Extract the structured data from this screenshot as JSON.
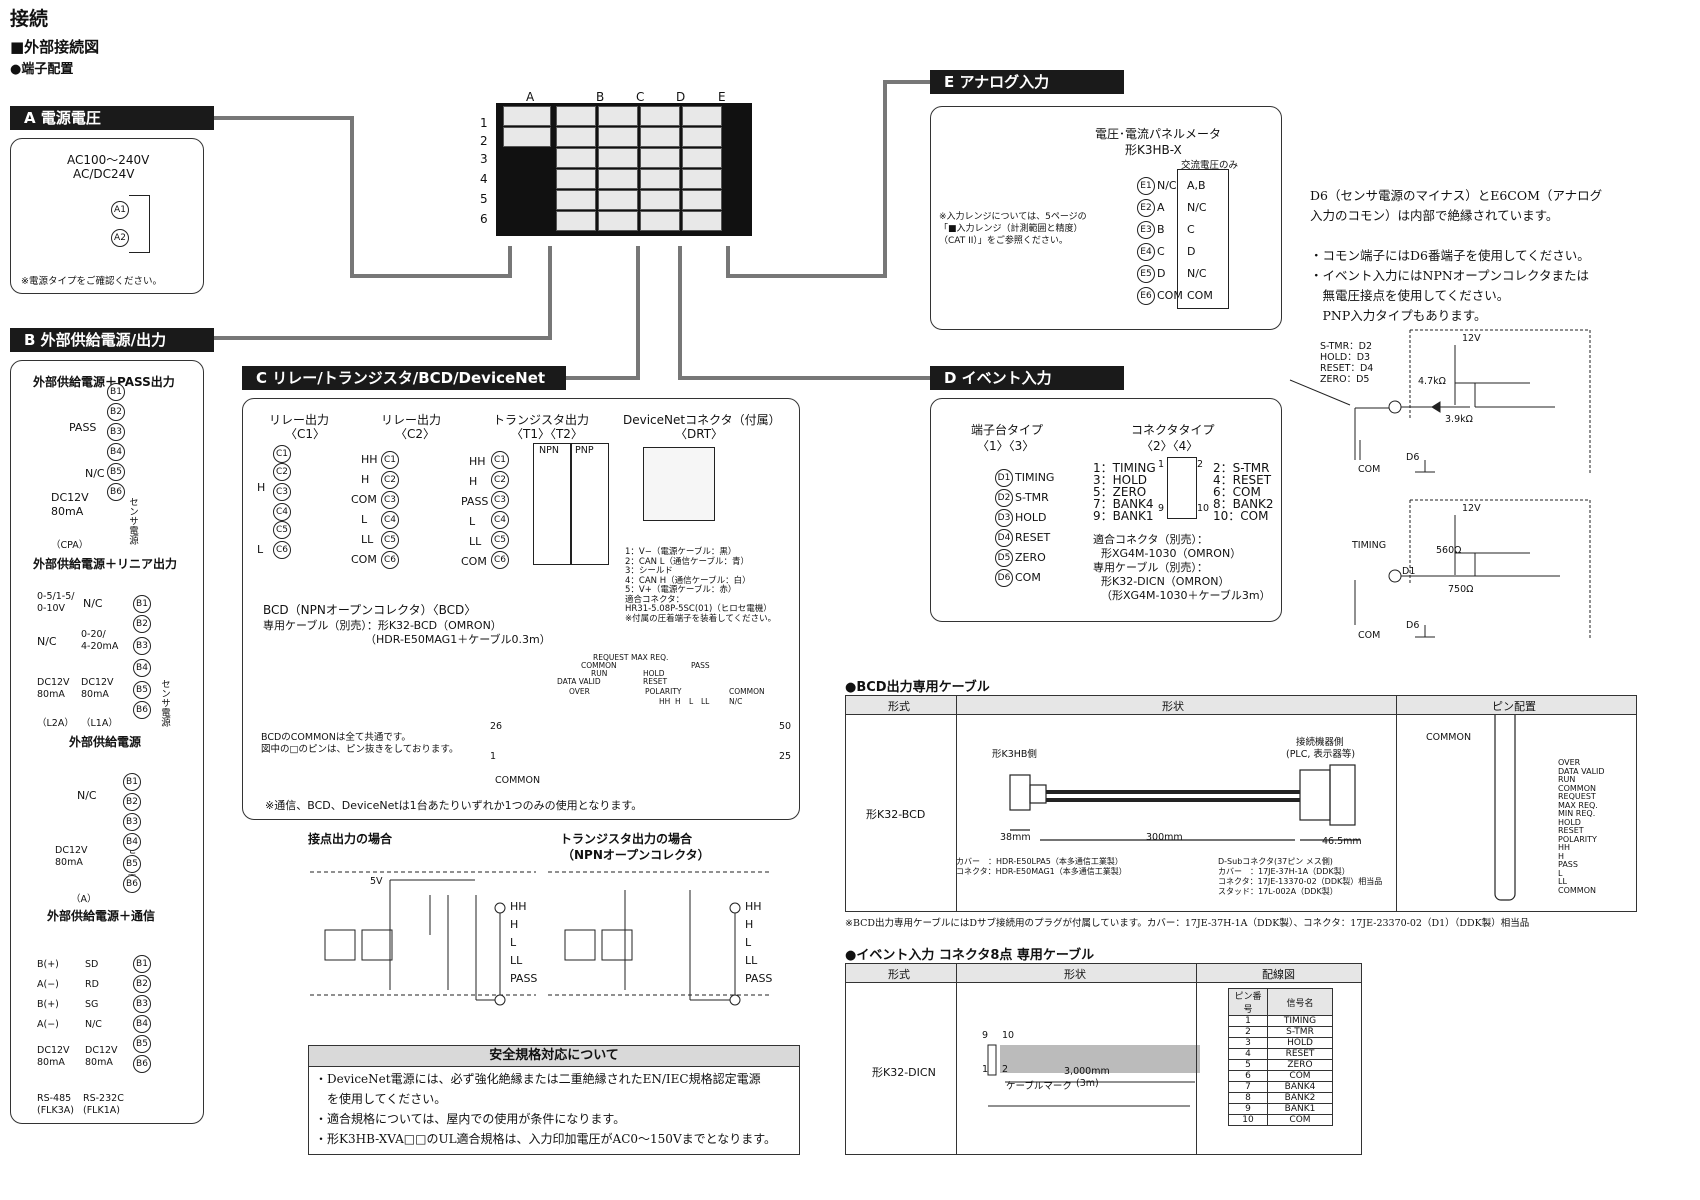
{
  "page": {
    "title": "接続",
    "subtitle": "■外部接続図",
    "sub2": "●端子配置"
  },
  "terminal_block": {
    "cols": [
      "A",
      "B",
      "C",
      "D",
      "E"
    ],
    "rows": [
      "1",
      "2",
      "3",
      "4",
      "5",
      "6"
    ]
  },
  "sec_a": {
    "header": "A  電源電圧",
    "line1": "AC100～240V",
    "line2": "AC/DC24V",
    "pins": [
      "A1",
      "A2"
    ],
    "note": "※電源タイプをご確認ください。"
  },
  "sec_b": {
    "header": "B  外部供給電源/出力",
    "g1_title": "外部供給電源＋PASS出力",
    "g1_labels": [
      "PASS",
      "N/C",
      "DC12V",
      "80mA",
      "センサ電源",
      "（CPA）"
    ],
    "g2_title": "外部供給電源＋リニア出力",
    "g2_labels": [
      "0-5/1-5/",
      "0-10V",
      "N/C",
      "0-20/",
      "4-20mA",
      "N/C",
      "DC12V",
      "80mA",
      "DC12V",
      "80mA",
      "センサ電源",
      "（L2A）",
      "（L1A）"
    ],
    "g3_title": "外部供給電源",
    "g3_labels": [
      "N/C",
      "DC12V",
      "80mA",
      "センサ電源",
      "（A）"
    ],
    "g4_title": "外部供給電源＋通信",
    "g4_left": [
      "B(+)",
      "A(−)",
      "B(+)",
      "A(−)",
      "DC12V",
      "80mA",
      "RS-485",
      "(FLK3A)"
    ],
    "g4_mid": [
      "SD",
      "RD",
      "SG",
      "N/C",
      "DC12V",
      "80mA",
      "RS-232C",
      "(FLK1A)"
    ],
    "pins": [
      "B1",
      "B2",
      "B3",
      "B4",
      "B5",
      "B6"
    ]
  },
  "sec_c": {
    "header": "C  リレー/トランジスタ/BCD/DeviceNet",
    "relay1_title": "リレー出力",
    "relay1_sub": "〈C1〉",
    "relay2_title": "リレー出力",
    "relay2_sub": "〈C2〉",
    "trans_title": "トランジスタ出力",
    "trans_sub": "〈T1〉〈T2〉",
    "dn_title": "DeviceNetコネクタ（付属）",
    "dn_sub": "〈DRT〉",
    "c1_labels": [
      "H",
      "L"
    ],
    "c2_labels": [
      "HH",
      "H",
      "COM",
      "L",
      "LL",
      "COM"
    ],
    "t_labels": [
      "HH",
      "H",
      "PASS",
      "L",
      "LL",
      "COM"
    ],
    "npn": "NPN",
    "pnp": "PNP",
    "pins": [
      "C1",
      "C2",
      "C3",
      "C4",
      "C5",
      "C6"
    ],
    "dn_notes": [
      "1：V−（電源ケーブル：黒）",
      "2：CAN L（通信ケーブル：青）",
      "3：シールド",
      "4：CAN H（通信ケーブル：白）",
      "5：V+（電源ケーブル：赤）",
      "適合コネクタ：",
      "HR31-5.08P-5SC(01)（ヒロセ電機）",
      "※付属の圧着端子を装着してください。"
    ],
    "bcd_title": "BCD（NPNオープンコレクタ）〈BCD〉",
    "bcd_cable1": "専用ケーブル（別売）：形K32-BCD（OMRON）",
    "bcd_cable2": "（HDR-E50MAG1＋ケーブル0.3m）",
    "bcd_signals": [
      "REQUEST",
      "MAX REQ.",
      "COMMON",
      "RUN",
      "HOLD",
      "DATA VALID",
      "RESET",
      "OVER",
      "POLARITY",
      "PASS",
      "HH",
      "H",
      "L",
      "LL",
      "COMMON",
      "N/C"
    ],
    "bcd_pin_left": "26",
    "bcd_pin_right": "50",
    "bcd_pin_bl": "1",
    "bcd_pin_br": "25",
    "bcd_common": "COMMON",
    "bcd_note1": "BCDのCOMMONは全て共通です。",
    "bcd_note2": "図中の□のピンは、ピン抜きをしております。",
    "footnote": "※通信、BCD、DeviceNetは1台あたりいずれか1つのみの使用となります。"
  },
  "contact_out": {
    "title": "接点出力の場合",
    "v": "5V",
    "labels": [
      "HH",
      "H",
      "L",
      "LL",
      "PASS"
    ]
  },
  "trans_out": {
    "title1": "トランジスタ出力の場合",
    "title2": "（NPNオープンコレクタ）",
    "labels": [
      "HH",
      "H",
      "L",
      "LL",
      "PASS"
    ]
  },
  "safety": {
    "header": "安全規格対応について",
    "lines": [
      "・DeviceNet電源には、必ず強化絶縁または二重絶縁されたEN/IEC規格認定電源",
      "　を使用してください。",
      "・適合規格については、屋内での使用が条件になります。",
      "・形K3HB-XVA□□のUL適合規格は、入力印加電圧がAC0～150Vまでとなります。"
    ]
  },
  "sec_e": {
    "header": "E  アナログ入力",
    "title1": "電圧･電流パネルメータ",
    "title2": "形K3HB-X",
    "ac_only": "交流電圧のみ",
    "note": [
      "※入力レンジについては、5ページの",
      "「■入力レンジ（計測範囲と精度）",
      "（CAT II）」をご参照ください。"
    ],
    "pins": [
      "E1",
      "E2",
      "E3",
      "E4",
      "E5",
      "E6"
    ],
    "left": [
      "N/C",
      "A",
      "B",
      "C",
      "D",
      "COM"
    ],
    "right": [
      "A,B",
      "N/C",
      "C",
      "D",
      "N/C",
      "COM"
    ]
  },
  "sec_d": {
    "header": "D  イベント入力",
    "tb_title": "端子台タイプ",
    "tb_sub": "〈1〉〈3〉",
    "tb_labels": [
      "TIMING",
      "S-TMR",
      "HOLD",
      "RESET",
      "ZERO",
      "COM"
    ],
    "pins": [
      "D1",
      "D2",
      "D3",
      "D4",
      "D5",
      "D6"
    ],
    "conn_title": "コネクタタイプ",
    "conn_sub": "〈2〉〈4〉",
    "conn_left": [
      "1：TIMING",
      "3：HOLD",
      "5：ZERO",
      "7：BANK4",
      "9：BANK1"
    ],
    "conn_right": [
      "2：S-TMR",
      "4：RESET",
      "6：COM",
      "8：BANK2",
      "10：COM"
    ],
    "conn_n1": "1",
    "conn_n2": "2",
    "conn_n9": "9",
    "conn_n10": "10",
    "notes": [
      "適合コネクタ（別売）：",
      "形XG4M-1030（OMRON）",
      "専用ケーブル（別売）：",
      "形K32-DICN（OMRON）",
      "（形XG4M-1030＋ケーブル3m）"
    ]
  },
  "right_notes": {
    "lines": [
      "D6（センサ電源のマイナス）とE6COM（アナログ",
      "入力のコモン）は内部で絶縁されています。",
      "",
      "・コモン端子にはD6番端子を使用してください。",
      "・イベント入力にはNPNオープンコレクタまたは",
      "　無電圧接点を使用してください。",
      "　PNP入力タイプもあります。"
    ]
  },
  "event_circuit": {
    "c1_labels": [
      "S-TMR：D2",
      "HOLD：D3",
      "RESET：D4",
      "ZERO：D5"
    ],
    "v": "12V",
    "r1": "4.7kΩ",
    "r2": "3.9kΩ",
    "com": "COM",
    "d6": "D6",
    "c2_label": "TIMING",
    "r3": "560Ω",
    "r4": "750Ω",
    "d1": "D1"
  },
  "bcd_cable": {
    "title": "●BCD出力専用ケーブル",
    "cols": [
      "形式",
      "形状",
      "ピン配置"
    ],
    "model": "形K32-BCD",
    "side_l": "形K3HB側",
    "side_r1": "接続機器側",
    "side_r2": "(PLC, 表示器等)",
    "dim1": "38mm",
    "dim2": "300mm",
    "dim3": "46.5mm",
    "left_parts": [
      "カバー　：HDR-E50LPA5（本多通信工業製）",
      "コネクタ：HDR-E50MAG1（本多通信工業製）"
    ],
    "right_parts": [
      "D-Subコネクタ(37ピン メス側)",
      "カバー　：17JE-37H-1A（DDK製）",
      "コネクタ：17JE-13370-02（DDK製）相当品",
      "スタッド：17L-002A（DDK製）"
    ],
    "pin_common": "COMMON",
    "pin_labels": [
      "OVER",
      "DATA VALID",
      "RUN",
      "COMMON",
      "REQUEST",
      "MAX REQ.",
      "MIN REQ.",
      "HOLD",
      "RESET",
      "POLARITY",
      "HH",
      "H",
      "PASS",
      "L",
      "LL",
      "COMMON"
    ],
    "note": "※BCD出力専用ケーブルにはDサブ接続用のプラグが付属しています。カバー：17JE-37H-1A（DDK製）、コネクタ：17JE-23370-02（D1）（DDK製）相当品"
  },
  "event_cable": {
    "title": "●イベント入力  コネクタ8点  専用ケーブル",
    "cols": [
      "形式",
      "形状",
      "配線図"
    ],
    "model": "形K32-DICN",
    "n9": "9",
    "n10": "10",
    "n1": "1",
    "n2": "2",
    "len1": "3,000mm",
    "len2": "(3m)",
    "mark": "ケーブルマーク",
    "wiring_head": [
      "ピン番号",
      "信号名"
    ],
    "wiring": [
      [
        "1",
        "TIMING"
      ],
      [
        "2",
        "S-TMR"
      ],
      [
        "3",
        "HOLD"
      ],
      [
        "4",
        "RESET"
      ],
      [
        "5",
        "ZERO"
      ],
      [
        "6",
        "COM"
      ],
      [
        "7",
        "BANK4"
      ],
      [
        "8",
        "BANK2"
      ],
      [
        "9",
        "BANK1"
      ],
      [
        "10",
        "COM"
      ]
    ]
  }
}
